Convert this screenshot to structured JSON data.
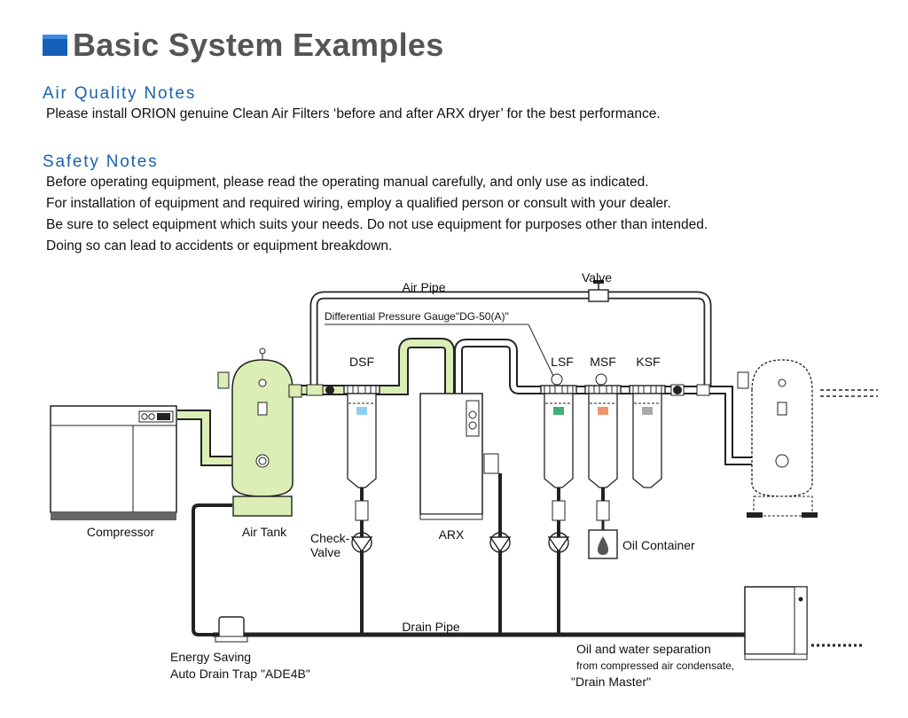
{
  "header": {
    "title": "Basic System Examples"
  },
  "air_quality": {
    "heading": "Air Quality Notes",
    "text": "Please install ORION genuine Clean Air Filters ‘before and after ARX dryer’  for the best  performance."
  },
  "safety": {
    "heading": "Safety Notes",
    "lines": [
      "Before operating equipment, please read the operating manual carefully, and only use as indicated.",
      "For installation of equipment and required wiring, employ a qualified person or consult with your dealer.",
      "Be sure to select equipment which suits your needs. Do not use equipment for purposes other than intended.",
      "Doing so can lead to accidents or equipment breakdown."
    ]
  },
  "diagram": {
    "air_pipe": "Air Pipe",
    "valve": "Valve",
    "dp_gauge": "Differential Pressure Gauge\"DG-50(A)\"",
    "dsf": "DSF",
    "lsf": "LSF",
    "msf": "MSF",
    "ksf": "KSF",
    "compressor": "Compressor",
    "air_tank": "Air Tank",
    "check_valve_1": "Check-",
    "check_valve_2": "Valve",
    "arx": "ARX",
    "oil_container": "Oil Container",
    "drain_pipe": "Drain Pipe",
    "ade_1": "Energy Saving",
    "ade_2": "Auto Drain Trap \"ADE4B\"",
    "dm_1": "Oil and water separation",
    "dm_2": "from compressed air condensate,",
    "dm_3": "\"Drain Master\"",
    "colors": {
      "pipe": "#dbeeb5",
      "tank": "#dbeeb5",
      "dsf_element": "#8fd0f0",
      "lsf_element": "#3fae7a",
      "msf_element": "#f0956b",
      "ksf_element": "#a8a8a8",
      "title_accent": "#1a62b0"
    }
  }
}
